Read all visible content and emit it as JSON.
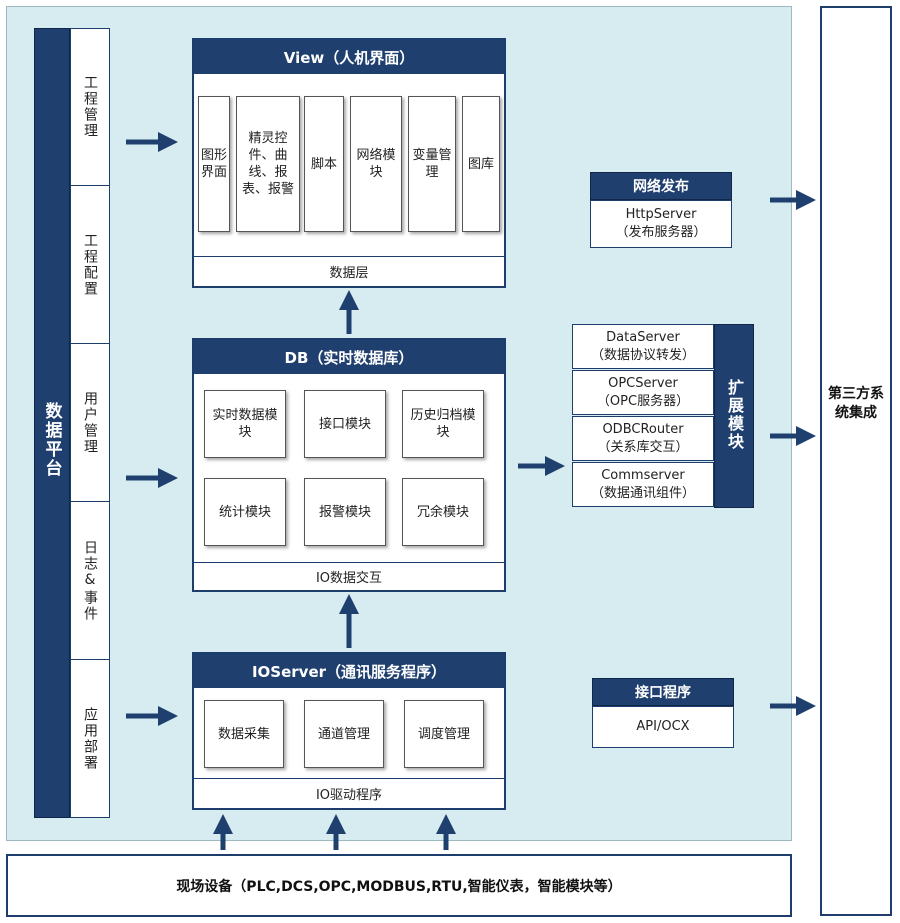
{
  "data_platform": {
    "label": "数据平台"
  },
  "side_items": [
    {
      "label": "工程管理"
    },
    {
      "label": "工程配置"
    },
    {
      "label": "用户管理"
    },
    {
      "label": "日志&事件"
    },
    {
      "label": "应用部署"
    }
  ],
  "view_block": {
    "title": "View（人机界面）",
    "modules": [
      "图形界面",
      "精灵控件、曲线、报表、报警",
      "脚本",
      "网络模块",
      "变量管理",
      "图库"
    ],
    "footer": "数据层"
  },
  "db_block": {
    "title": "DB（实时数据库）",
    "modules": [
      "实时数据模块",
      "接口模块",
      "历史归档模块",
      "统计模块",
      "报警模块",
      "冗余模块"
    ],
    "footer": "IO数据交互"
  },
  "ioserver_block": {
    "title": "IOServer（通讯服务程序）",
    "modules": [
      "数据采集",
      "通道管理",
      "调度管理"
    ],
    "footer": "IO驱动程序"
  },
  "network_publish": {
    "title": "网络发布",
    "line1": "HttpServer",
    "line2": "（发布服务器）"
  },
  "extension_modules": {
    "label": "扩展模块",
    "items": [
      {
        "name": "DataServer",
        "desc": "（数据协议转发）"
      },
      {
        "name": "OPCServer",
        "desc": "（OPC服务器）"
      },
      {
        "name": "ODBCRouter",
        "desc": "（关系库交互）"
      },
      {
        "name": "Commserver",
        "desc": "（数据通讯组件）"
      }
    ]
  },
  "interface_program": {
    "title": "接口程序",
    "body": "API/OCX"
  },
  "third_party": {
    "label": "第三方系统集成"
  },
  "field_devices": {
    "label": "现场设备（PLC,DCS,OPC,MODBUS,RTU,智能仪表，智能模块等）"
  },
  "colors": {
    "navy": "#1f3f6f",
    "background": "#d7ecf0"
  }
}
